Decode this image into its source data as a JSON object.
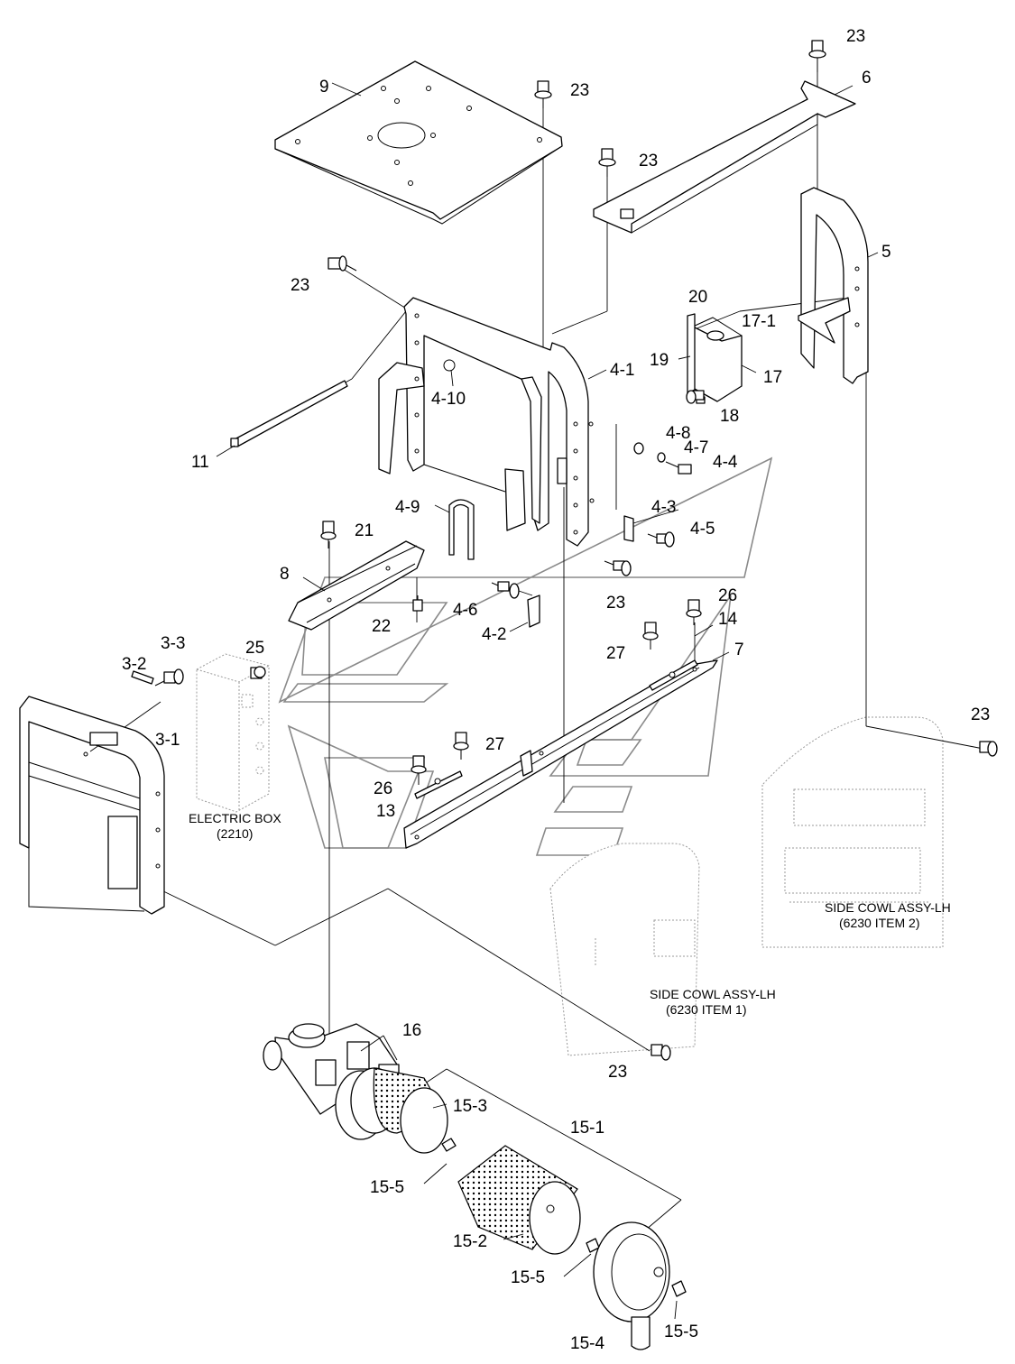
{
  "labels": {
    "p9": "9",
    "p6": "6",
    "p5": "5",
    "p4_1": "4-1",
    "p4_10": "4-10",
    "p11": "11",
    "p4_9": "4-9",
    "p4_8": "4-8",
    "p4_7": "4-7",
    "p4_4": "4-4",
    "p4_3": "4-3",
    "p4_5": "4-5",
    "p4_6": "4-6",
    "p4_2": "4-2",
    "p8": "8",
    "p21": "21",
    "p22": "22",
    "p20": "20",
    "p17_1": "17-1",
    "p19": "19",
    "p17": "17",
    "p18": "18",
    "p3_3": "3-3",
    "p3_2": "3-2",
    "p3_1": "3-1",
    "p25": "25",
    "p26": "26",
    "p14": "14",
    "p27": "27",
    "p7": "7",
    "p13": "13",
    "p16": "16",
    "p15_3": "15-3",
    "p15_1": "15-1",
    "p15_5": "15-5",
    "p15_2": "15-2",
    "p15_4": "15-4",
    "p23": "23"
  },
  "captions": {
    "electric_box_name": "ELECTRIC BOX",
    "electric_box_ref": "(2210)",
    "cowl_2_name": "SIDE COWL ASSY-LH",
    "cowl_2_ref": "(6230 ITEM 2)",
    "cowl_1_name": "SIDE COWL ASSY-LH",
    "cowl_1_ref": "(6230 ITEM 1)"
  }
}
